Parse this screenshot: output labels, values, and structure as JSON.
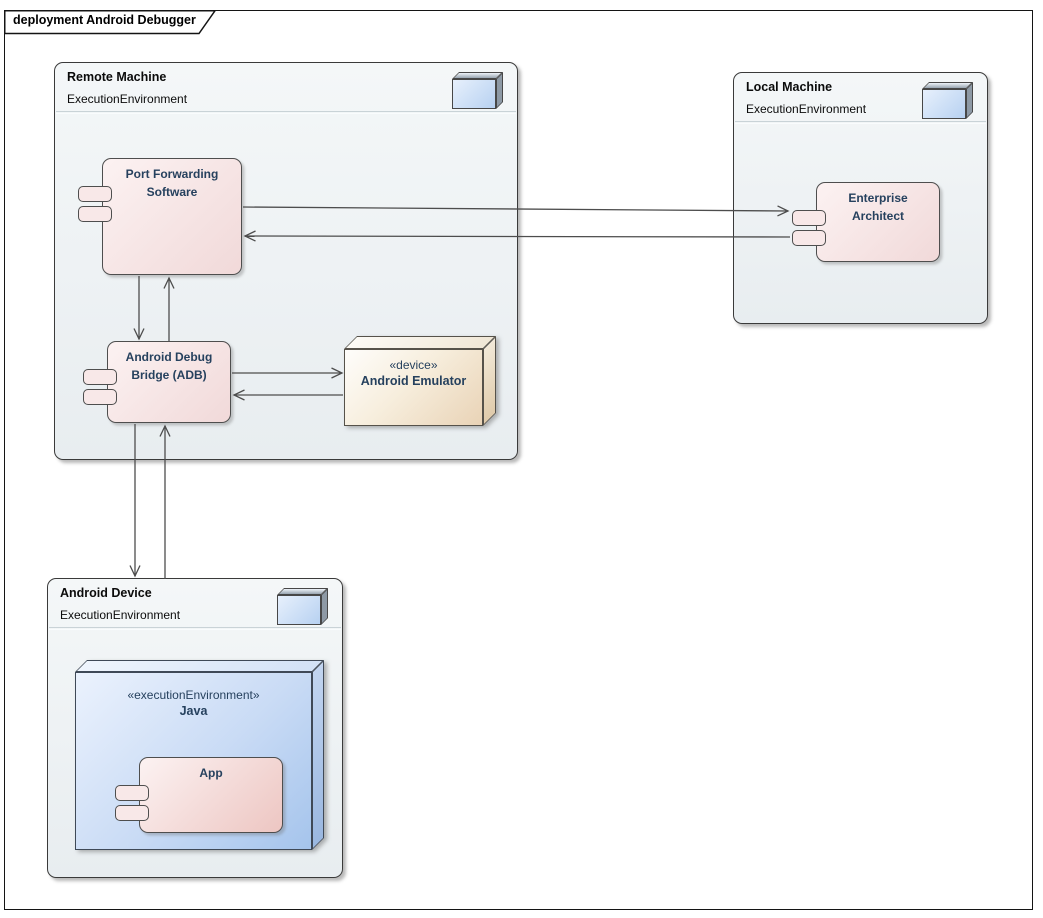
{
  "frame": {
    "title": "deployment Android Debugger"
  },
  "nodes": {
    "remote_machine": {
      "title": "Remote Machine",
      "stereotype": "ExecutionEnvironment"
    },
    "local_machine": {
      "title": "Local Machine",
      "stereotype": "ExecutionEnvironment"
    },
    "android_device": {
      "title": "Android Device",
      "stereotype": "ExecutionEnvironment"
    }
  },
  "components": {
    "port_forwarding_software": {
      "label": "Port Forwarding Software"
    },
    "android_debug_bridge": {
      "label": "Android Debug Bridge (ADB)"
    },
    "enterprise_architect": {
      "label": "Enterprise Architect"
    },
    "app": {
      "label": "App"
    }
  },
  "devices": {
    "android_emulator": {
      "stereotype": "«device»",
      "label": "Android Emulator"
    },
    "java": {
      "stereotype": "«executionEnvironment»",
      "label": "Java"
    }
  },
  "connectors": [
    {
      "from": "Port Forwarding Software",
      "to": "Enterprise Architect"
    },
    {
      "from": "Enterprise Architect",
      "to": "Port Forwarding Software"
    },
    {
      "from": "Port Forwarding Software",
      "to": "Android Debug Bridge (ADB)"
    },
    {
      "from": "Android Debug Bridge (ADB)",
      "to": "Port Forwarding Software"
    },
    {
      "from": "Android Debug Bridge (ADB)",
      "to": "Android Emulator"
    },
    {
      "from": "Android Emulator",
      "to": "Android Debug Bridge (ADB)"
    },
    {
      "from": "Android Debug Bridge (ADB)",
      "to": "Android Device"
    },
    {
      "from": "Android Device",
      "to": "Android Debug Bridge (ADB)"
    }
  ],
  "icons": {
    "node_cube_icon": "execution-environment-3d-box",
    "component_tab_icon": "uml-component-tabs"
  },
  "colors": {
    "env_fill_light": "#f4f7f8",
    "env_fill_dark": "#e8edf0",
    "comp_fill_light": "#fcf2f2",
    "comp_fill_dark": "#f1d9d9",
    "app_fill_dark": "#edc6c2",
    "device_fill_light": "#fefdfb",
    "device_fill_dark": "#e9d3b6",
    "java_fill_light": "#ebf2fd",
    "java_fill_dark": "#a5c4ec",
    "icon_fill_light": "#e7f0fc",
    "icon_fill_dark": "#b7d1f1",
    "label_color": "#26415e",
    "connector_color": "#4d4d4d"
  }
}
